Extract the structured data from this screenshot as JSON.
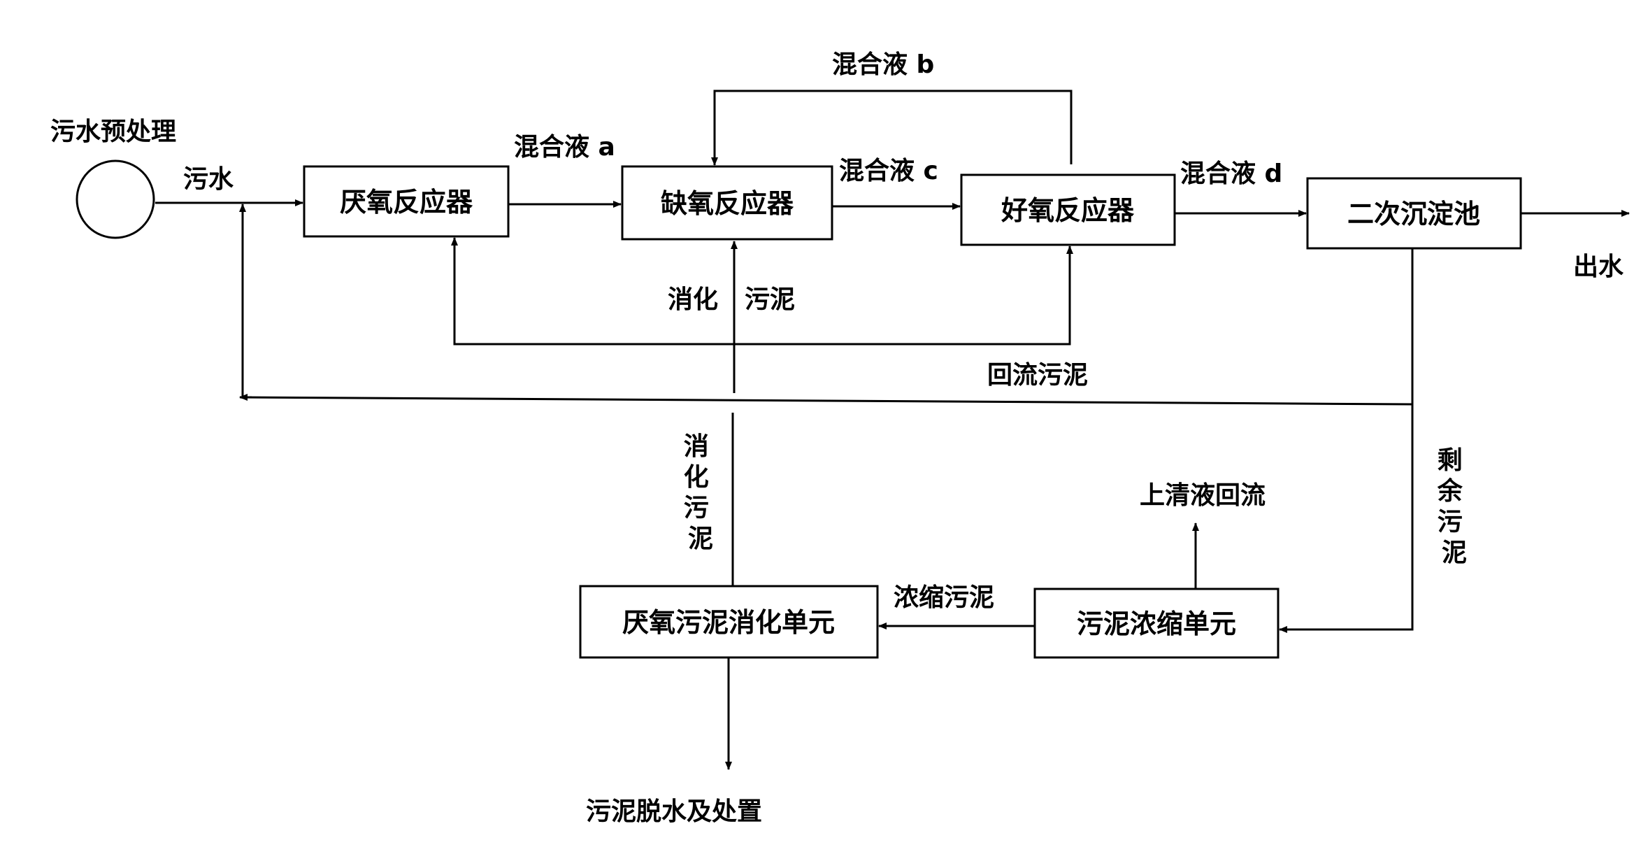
{
  "sources": {
    "pretreatment": "污水预处理"
  },
  "units": {
    "anaerobic_reactor": "厌氧反应器",
    "anoxic_reactor": "缺氧反应器",
    "aerobic_reactor": "好氧反应器",
    "secondary_clarifier": "二次沉淀池",
    "digestion_unit": "厌氧污泥消化单元",
    "thickening_unit": "污泥浓缩单元"
  },
  "flows": {
    "sewage": "污水",
    "mixed_liquor_a": "混合液 a",
    "mixed_liquor_b": "混合液 b",
    "mixed_liquor_c": "混合液 c",
    "mixed_liquor_d": "混合液 d",
    "effluent": "出水",
    "digested_sludge_top_1": "消化",
    "digested_sludge_top_2": "污泥",
    "return_sludge": "回流污泥",
    "excess_sludge": "剩余污泥",
    "digested_sludge_vertical": "消化污泥",
    "supernatant_return": "上清液回流",
    "thickened_sludge": "浓缩污泥",
    "dewatering": "污泥脱水及处置"
  }
}
